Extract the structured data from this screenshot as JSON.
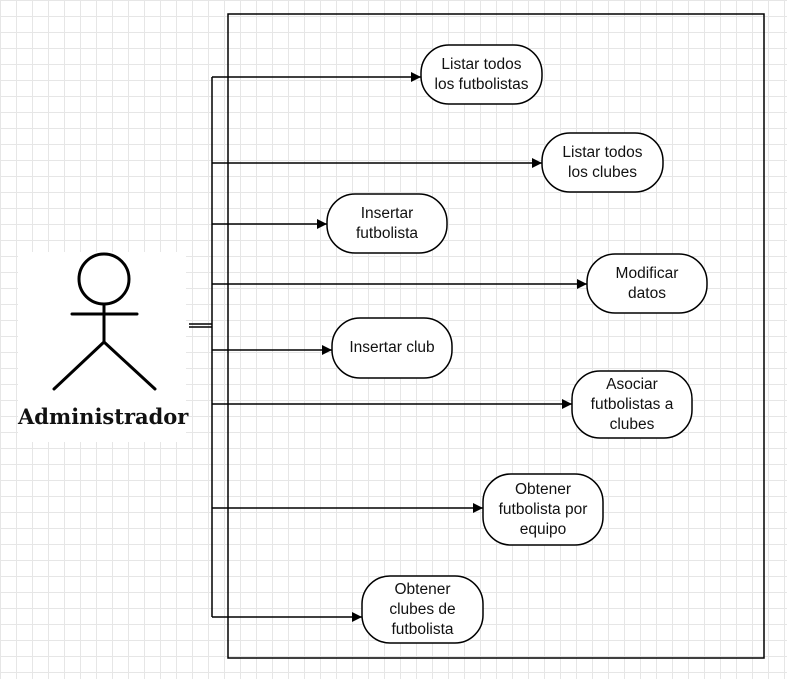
{
  "actor": {
    "name": "Administrador",
    "icon": "stick-figure-icon"
  },
  "use_cases": [
    {
      "id": "listar-futbolistas",
      "label": "Listar todos\nlos futbolistas"
    },
    {
      "id": "listar-clubes",
      "label": "Listar todos\nlos clubes"
    },
    {
      "id": "insertar-futbolista",
      "label": "Insertar\nfutbolista"
    },
    {
      "id": "modificar-datos",
      "label": "Modificar\ndatos"
    },
    {
      "id": "insertar-club",
      "label": "Insertar club"
    },
    {
      "id": "asociar-futbolistas",
      "label": "Asociar\nfutbolistas a\nclubes"
    },
    {
      "id": "obtener-futbolista-equipo",
      "label": "Obtener\nfutbolista por\nequipo"
    },
    {
      "id": "obtener-clubes-futbolista",
      "label": "Obtener\nclubes de\nfutbolista"
    }
  ],
  "colors": {
    "line": "#000000",
    "fill": "#ffffff",
    "grid": "#e6e6e6"
  }
}
